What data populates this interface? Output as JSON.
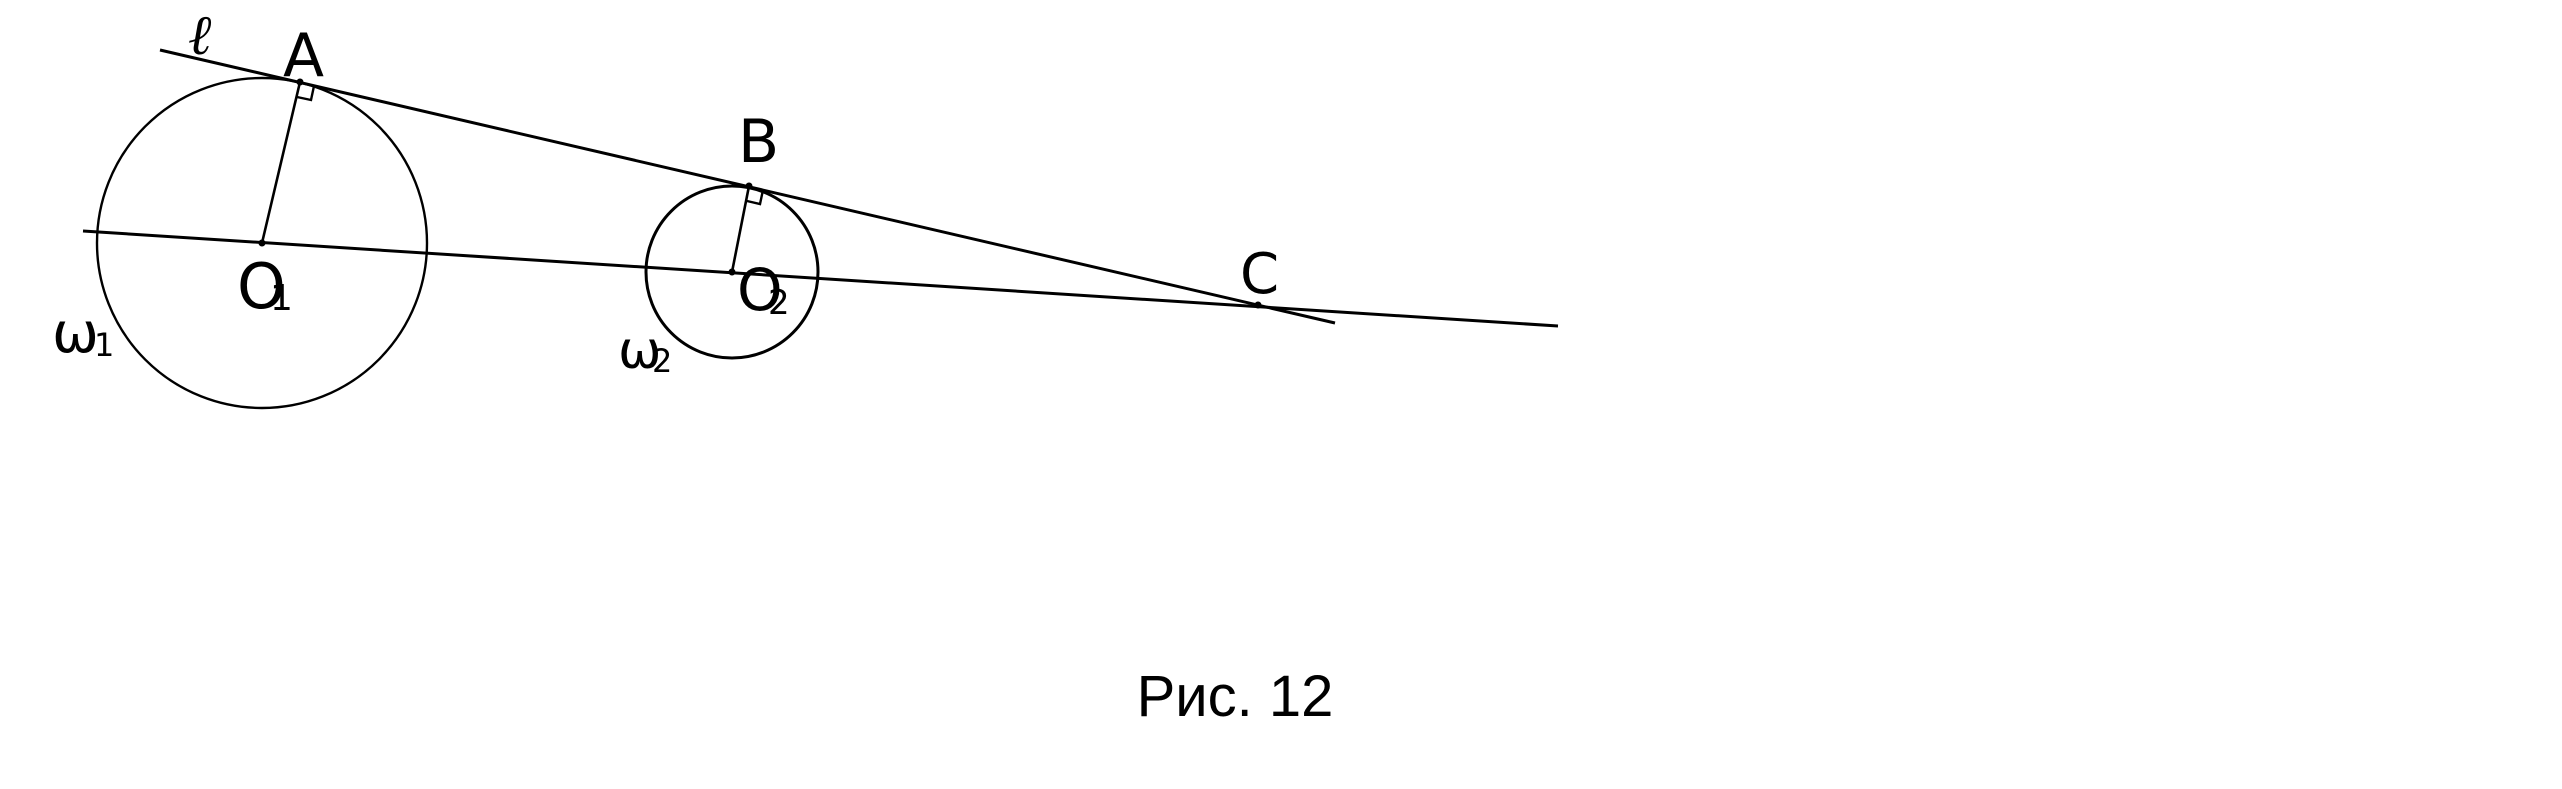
{
  "figure": {
    "labels": {
      "line": "ℓ",
      "A": "A",
      "B": "B",
      "C": "C",
      "O1_main": "O",
      "O1_sub": "1",
      "O2_main": "O",
      "O2_sub": "2",
      "w1_main": "ω",
      "w1_sub": "1",
      "w2_main": "ω",
      "w2_sub": "2"
    },
    "caption": "Рис. 12"
  },
  "colors": {
    "ink": "#000000",
    "paper": "#ffffff"
  }
}
